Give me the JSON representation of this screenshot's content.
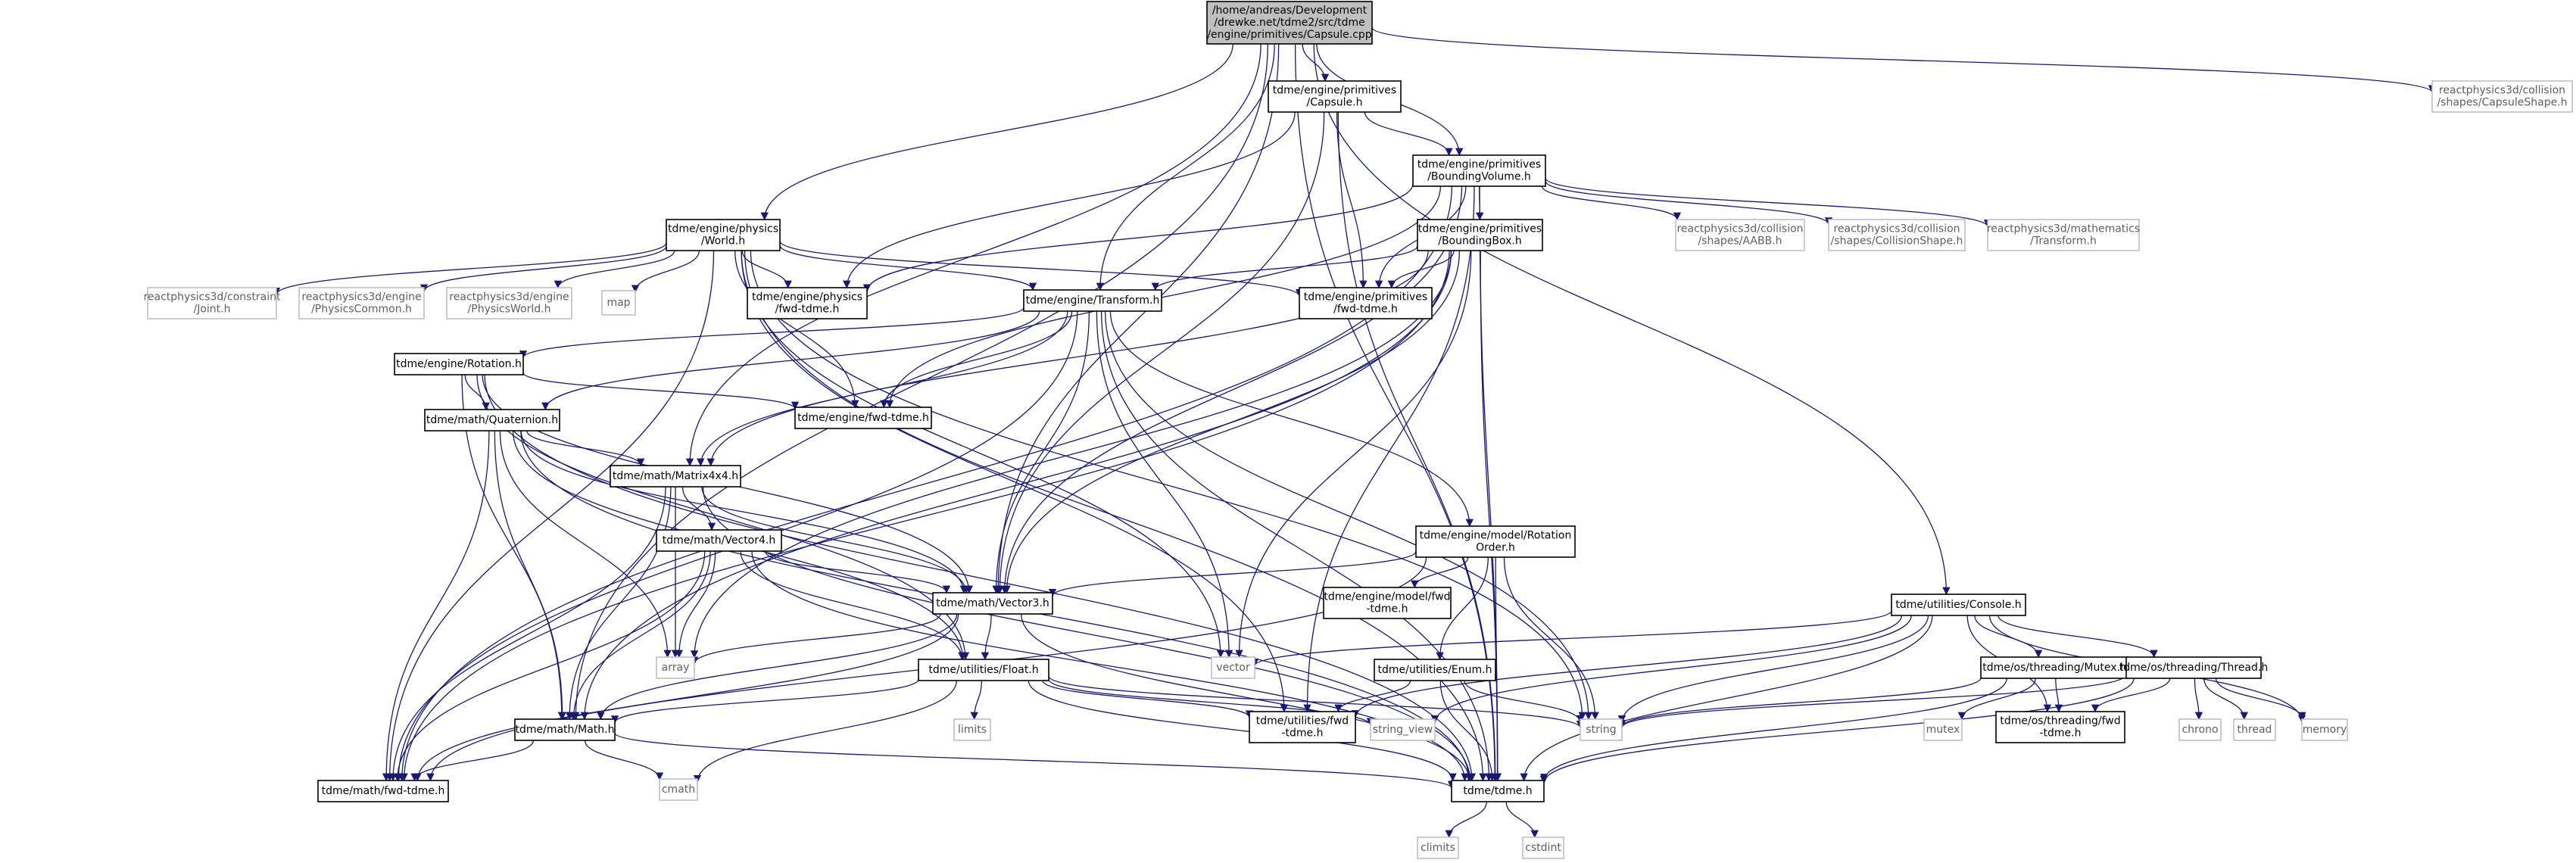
{
  "colors": {
    "edge": "#191970",
    "main_fill": "#bfbfbf",
    "doc_border": "#000000",
    "ext_border": "#bfbfbf",
    "ext_text": "#606060"
  },
  "nodes": [
    {
      "id": "capsule_cpp",
      "kind": "main",
      "lines": [
        "/home/andreas/Development",
        "/drewke.net/tdme2/src/tdme",
        "/engine/primitives/Capsule.cpp"
      ]
    },
    {
      "id": "capsule_h",
      "kind": "doc",
      "lines": [
        "tdme/engine/primitives",
        "/Capsule.h"
      ]
    },
    {
      "id": "rp_capsuleshape",
      "kind": "ext",
      "lines": [
        "reactphysics3d/collision",
        "/shapes/CapsuleShape.h"
      ]
    },
    {
      "id": "boundingvolume",
      "kind": "doc",
      "lines": [
        "tdme/engine/primitives",
        "/BoundingVolume.h"
      ]
    },
    {
      "id": "world",
      "kind": "doc",
      "lines": [
        "tdme/engine/physics",
        "/World.h"
      ]
    },
    {
      "id": "boundingbox",
      "kind": "doc",
      "lines": [
        "tdme/engine/primitives",
        "/BoundingBox.h"
      ]
    },
    {
      "id": "rp_aabb",
      "kind": "ext",
      "lines": [
        "reactphysics3d/collision",
        "/shapes/AABB.h"
      ]
    },
    {
      "id": "rp_collisionshape",
      "kind": "ext",
      "lines": [
        "reactphysics3d/collision",
        "/shapes/CollisionShape.h"
      ]
    },
    {
      "id": "rp_transform",
      "kind": "ext",
      "lines": [
        "reactphysics3d/mathematics",
        "/Transform.h"
      ]
    },
    {
      "id": "rp_joint",
      "kind": "ext",
      "lines": [
        "reactphysics3d/constraint",
        "/Joint.h"
      ]
    },
    {
      "id": "rp_physicscommon",
      "kind": "ext",
      "lines": [
        "reactphysics3d/engine",
        "/PhysicsCommon.h"
      ]
    },
    {
      "id": "rp_physicsworld",
      "kind": "ext",
      "lines": [
        "reactphysics3d/engine",
        "/PhysicsWorld.h"
      ]
    },
    {
      "id": "map",
      "kind": "ext",
      "lines": [
        "map"
      ]
    },
    {
      "id": "physics_fwd",
      "kind": "doc",
      "lines": [
        "tdme/engine/physics",
        "/fwd-tdme.h"
      ]
    },
    {
      "id": "primitives_fwd",
      "kind": "doc",
      "lines": [
        "tdme/engine/primitives",
        "/fwd-tdme.h"
      ]
    },
    {
      "id": "transform",
      "kind": "doc",
      "lines": [
        "tdme/engine/Transform.h"
      ]
    },
    {
      "id": "rotation",
      "kind": "doc",
      "lines": [
        "tdme/engine/Rotation.h"
      ]
    },
    {
      "id": "engine_fwd",
      "kind": "doc",
      "lines": [
        "tdme/engine/fwd-tdme.h"
      ]
    },
    {
      "id": "quaternion",
      "kind": "doc",
      "lines": [
        "tdme/math/Quaternion.h"
      ]
    },
    {
      "id": "matrix4x4",
      "kind": "doc",
      "lines": [
        "tdme/math/Matrix4x4.h"
      ]
    },
    {
      "id": "rotationorder",
      "kind": "doc",
      "lines": [
        "tdme/engine/model/Rotation",
        "Order.h"
      ]
    },
    {
      "id": "model_fwd",
      "kind": "doc",
      "lines": [
        "tdme/engine/model/fwd",
        "-tdme.h"
      ]
    },
    {
      "id": "vector4",
      "kind": "doc",
      "lines": [
        "tdme/math/Vector4.h"
      ]
    },
    {
      "id": "vector3",
      "kind": "doc",
      "lines": [
        "tdme/math/Vector3.h"
      ]
    },
    {
      "id": "console",
      "kind": "doc",
      "lines": [
        "tdme/utilities/Console.h"
      ]
    },
    {
      "id": "array",
      "kind": "ext",
      "lines": [
        "array"
      ]
    },
    {
      "id": "vector",
      "kind": "ext",
      "lines": [
        "vector"
      ]
    },
    {
      "id": "float",
      "kind": "doc",
      "lines": [
        "tdme/utilities/Float.h"
      ]
    },
    {
      "id": "enum",
      "kind": "doc",
      "lines": [
        "tdme/utilities/Enum.h"
      ]
    },
    {
      "id": "mutex_h",
      "kind": "doc",
      "lines": [
        "tdme/os/threading/Mutex.h"
      ]
    },
    {
      "id": "thread_h",
      "kind": "doc",
      "lines": [
        "tdme/os/threading/Thread.h"
      ]
    },
    {
      "id": "limits",
      "kind": "ext",
      "lines": [
        "limits"
      ]
    },
    {
      "id": "string_view",
      "kind": "ext",
      "lines": [
        "string_view"
      ]
    },
    {
      "id": "string",
      "kind": "ext",
      "lines": [
        "string"
      ]
    },
    {
      "id": "mutex",
      "kind": "ext",
      "lines": [
        "mutex"
      ]
    },
    {
      "id": "chrono",
      "kind": "ext",
      "lines": [
        "chrono"
      ]
    },
    {
      "id": "thread",
      "kind": "ext",
      "lines": [
        "thread"
      ]
    },
    {
      "id": "memory",
      "kind": "ext",
      "lines": [
        "memory"
      ]
    },
    {
      "id": "utilities_fwd",
      "kind": "doc",
      "lines": [
        "tdme/utilities/fwd",
        "-tdme.h"
      ]
    },
    {
      "id": "threading_fwd",
      "kind": "doc",
      "lines": [
        "tdme/os/threading/fwd",
        "-tdme.h"
      ]
    },
    {
      "id": "math_h",
      "kind": "doc",
      "lines": [
        "tdme/math/Math.h"
      ]
    },
    {
      "id": "math_fwd",
      "kind": "doc",
      "lines": [
        "tdme/math/fwd-tdme.h"
      ]
    },
    {
      "id": "cmath",
      "kind": "ext",
      "lines": [
        "cmath"
      ]
    },
    {
      "id": "tdme_h",
      "kind": "doc",
      "lines": [
        "tdme/tdme.h"
      ]
    },
    {
      "id": "climits",
      "kind": "ext",
      "lines": [
        "climits"
      ]
    },
    {
      "id": "cstdint",
      "kind": "ext",
      "lines": [
        "cstdint"
      ]
    }
  ],
  "edges": [
    [
      "capsule_cpp",
      "capsule_h"
    ],
    [
      "capsule_cpp",
      "rp_capsuleshape"
    ],
    [
      "capsule_cpp",
      "boundingvolume"
    ],
    [
      "capsule_cpp",
      "world"
    ],
    [
      "capsule_cpp",
      "transform"
    ],
    [
      "capsule_cpp",
      "matrix4x4"
    ],
    [
      "capsule_cpp",
      "vector3"
    ],
    [
      "capsule_cpp",
      "console"
    ],
    [
      "capsule_cpp",
      "math_h"
    ],
    [
      "capsule_cpp",
      "tdme_h"
    ],
    [
      "capsule_h",
      "boundingvolume"
    ],
    [
      "capsule_h",
      "physics_fwd"
    ],
    [
      "capsule_h",
      "primitives_fwd"
    ],
    [
      "capsule_h",
      "vector3"
    ],
    [
      "capsule_h",
      "tdme_h"
    ],
    [
      "boundingvolume",
      "boundingbox"
    ],
    [
      "boundingvolume",
      "rp_aabb"
    ],
    [
      "boundingvolume",
      "rp_collisionshape"
    ],
    [
      "boundingvolume",
      "rp_transform"
    ],
    [
      "boundingvolume",
      "physics_fwd"
    ],
    [
      "boundingvolume",
      "primitives_fwd"
    ],
    [
      "boundingvolume",
      "engine_fwd"
    ],
    [
      "boundingvolume",
      "vector3"
    ],
    [
      "boundingvolume",
      "utilities_fwd"
    ],
    [
      "boundingvolume",
      "math_fwd"
    ],
    [
      "boundingvolume",
      "tdme_h"
    ],
    [
      "world",
      "rp_joint"
    ],
    [
      "world",
      "rp_physicscommon"
    ],
    [
      "world",
      "rp_physicsworld"
    ],
    [
      "world",
      "map"
    ],
    [
      "world",
      "physics_fwd"
    ],
    [
      "world",
      "primitives_fwd"
    ],
    [
      "world",
      "transform"
    ],
    [
      "world",
      "engine_fwd"
    ],
    [
      "world",
      "vector"
    ],
    [
      "world",
      "string"
    ],
    [
      "world",
      "utilities_fwd"
    ],
    [
      "world",
      "math_fwd"
    ],
    [
      "world",
      "tdme_h"
    ],
    [
      "boundingbox",
      "primitives_fwd"
    ],
    [
      "boundingbox",
      "transform"
    ],
    [
      "boundingbox",
      "matrix4x4"
    ],
    [
      "boundingbox",
      "vector3"
    ],
    [
      "boundingbox",
      "array"
    ],
    [
      "boundingbox",
      "vector"
    ],
    [
      "boundingbox",
      "math_fwd"
    ],
    [
      "boundingbox",
      "tdme_h"
    ],
    [
      "boundingbox",
      "math_h"
    ],
    [
      "transform",
      "rotation"
    ],
    [
      "transform",
      "engine_fwd"
    ],
    [
      "transform",
      "quaternion"
    ],
    [
      "transform",
      "matrix4x4"
    ],
    [
      "transform",
      "rotationorder"
    ],
    [
      "transform",
      "vector3"
    ],
    [
      "transform",
      "vector"
    ],
    [
      "transform",
      "string"
    ],
    [
      "transform",
      "tdme_h"
    ],
    [
      "transform",
      "math_fwd"
    ],
    [
      "rotation",
      "quaternion"
    ],
    [
      "rotation",
      "engine_fwd"
    ],
    [
      "rotation",
      "vector3"
    ],
    [
      "rotation",
      "math_h"
    ],
    [
      "rotation",
      "float"
    ],
    [
      "rotation",
      "tdme_h"
    ],
    [
      "quaternion",
      "matrix4x4"
    ],
    [
      "quaternion",
      "vector3"
    ],
    [
      "quaternion",
      "math_h"
    ],
    [
      "quaternion",
      "array"
    ],
    [
      "quaternion",
      "float"
    ],
    [
      "quaternion",
      "math_fwd"
    ],
    [
      "quaternion",
      "tdme_h"
    ],
    [
      "matrix4x4",
      "vector4"
    ],
    [
      "matrix4x4",
      "vector3"
    ],
    [
      "matrix4x4",
      "math_h"
    ],
    [
      "matrix4x4",
      "array"
    ],
    [
      "matrix4x4",
      "math_fwd"
    ],
    [
      "matrix4x4",
      "tdme_h"
    ],
    [
      "rotationorder",
      "model_fwd"
    ],
    [
      "rotationorder",
      "vector3"
    ],
    [
      "rotationorder",
      "enum"
    ],
    [
      "rotationorder",
      "string"
    ],
    [
      "rotationorder",
      "tdme_h"
    ],
    [
      "rotationorder",
      "math_fwd"
    ],
    [
      "vector4",
      "vector3"
    ],
    [
      "vector4",
      "math_h"
    ],
    [
      "vector4",
      "array"
    ],
    [
      "vector4",
      "float"
    ],
    [
      "vector4",
      "math_fwd"
    ],
    [
      "vector4",
      "tdme_h"
    ],
    [
      "vector3",
      "float"
    ],
    [
      "vector3",
      "math_h"
    ],
    [
      "vector3",
      "array"
    ],
    [
      "vector3",
      "math_fwd"
    ],
    [
      "vector3",
      "tdme_h"
    ],
    [
      "float",
      "limits"
    ],
    [
      "float",
      "string_view"
    ],
    [
      "float",
      "string"
    ],
    [
      "float",
      "cmath"
    ],
    [
      "float",
      "utilities_fwd"
    ],
    [
      "float",
      "math_h"
    ],
    [
      "float",
      "tdme_h"
    ],
    [
      "enum",
      "utilities_fwd"
    ],
    [
      "enum",
      "string"
    ],
    [
      "enum",
      "tdme_h"
    ],
    [
      "console",
      "vector"
    ],
    [
      "console",
      "string_view"
    ],
    [
      "console",
      "string"
    ],
    [
      "console",
      "utilities_fwd"
    ],
    [
      "console",
      "mutex_h"
    ],
    [
      "console",
      "thread_h"
    ],
    [
      "console",
      "threading_fwd"
    ],
    [
      "console",
      "memory"
    ],
    [
      "console",
      "tdme_h"
    ],
    [
      "mutex_h",
      "mutex"
    ],
    [
      "mutex_h",
      "string"
    ],
    [
      "mutex_h",
      "threading_fwd"
    ],
    [
      "mutex_h",
      "tdme_h"
    ],
    [
      "thread_h",
      "chrono"
    ],
    [
      "thread_h",
      "thread"
    ],
    [
      "thread_h",
      "memory"
    ],
    [
      "thread_h",
      "string"
    ],
    [
      "thread_h",
      "threading_fwd"
    ],
    [
      "thread_h",
      "tdme_h"
    ],
    [
      "math_h",
      "cmath"
    ],
    [
      "math_h",
      "math_fwd"
    ],
    [
      "math_h",
      "tdme_h"
    ],
    [
      "tdme_h",
      "climits"
    ],
    [
      "tdme_h",
      "cstdint"
    ]
  ]
}
